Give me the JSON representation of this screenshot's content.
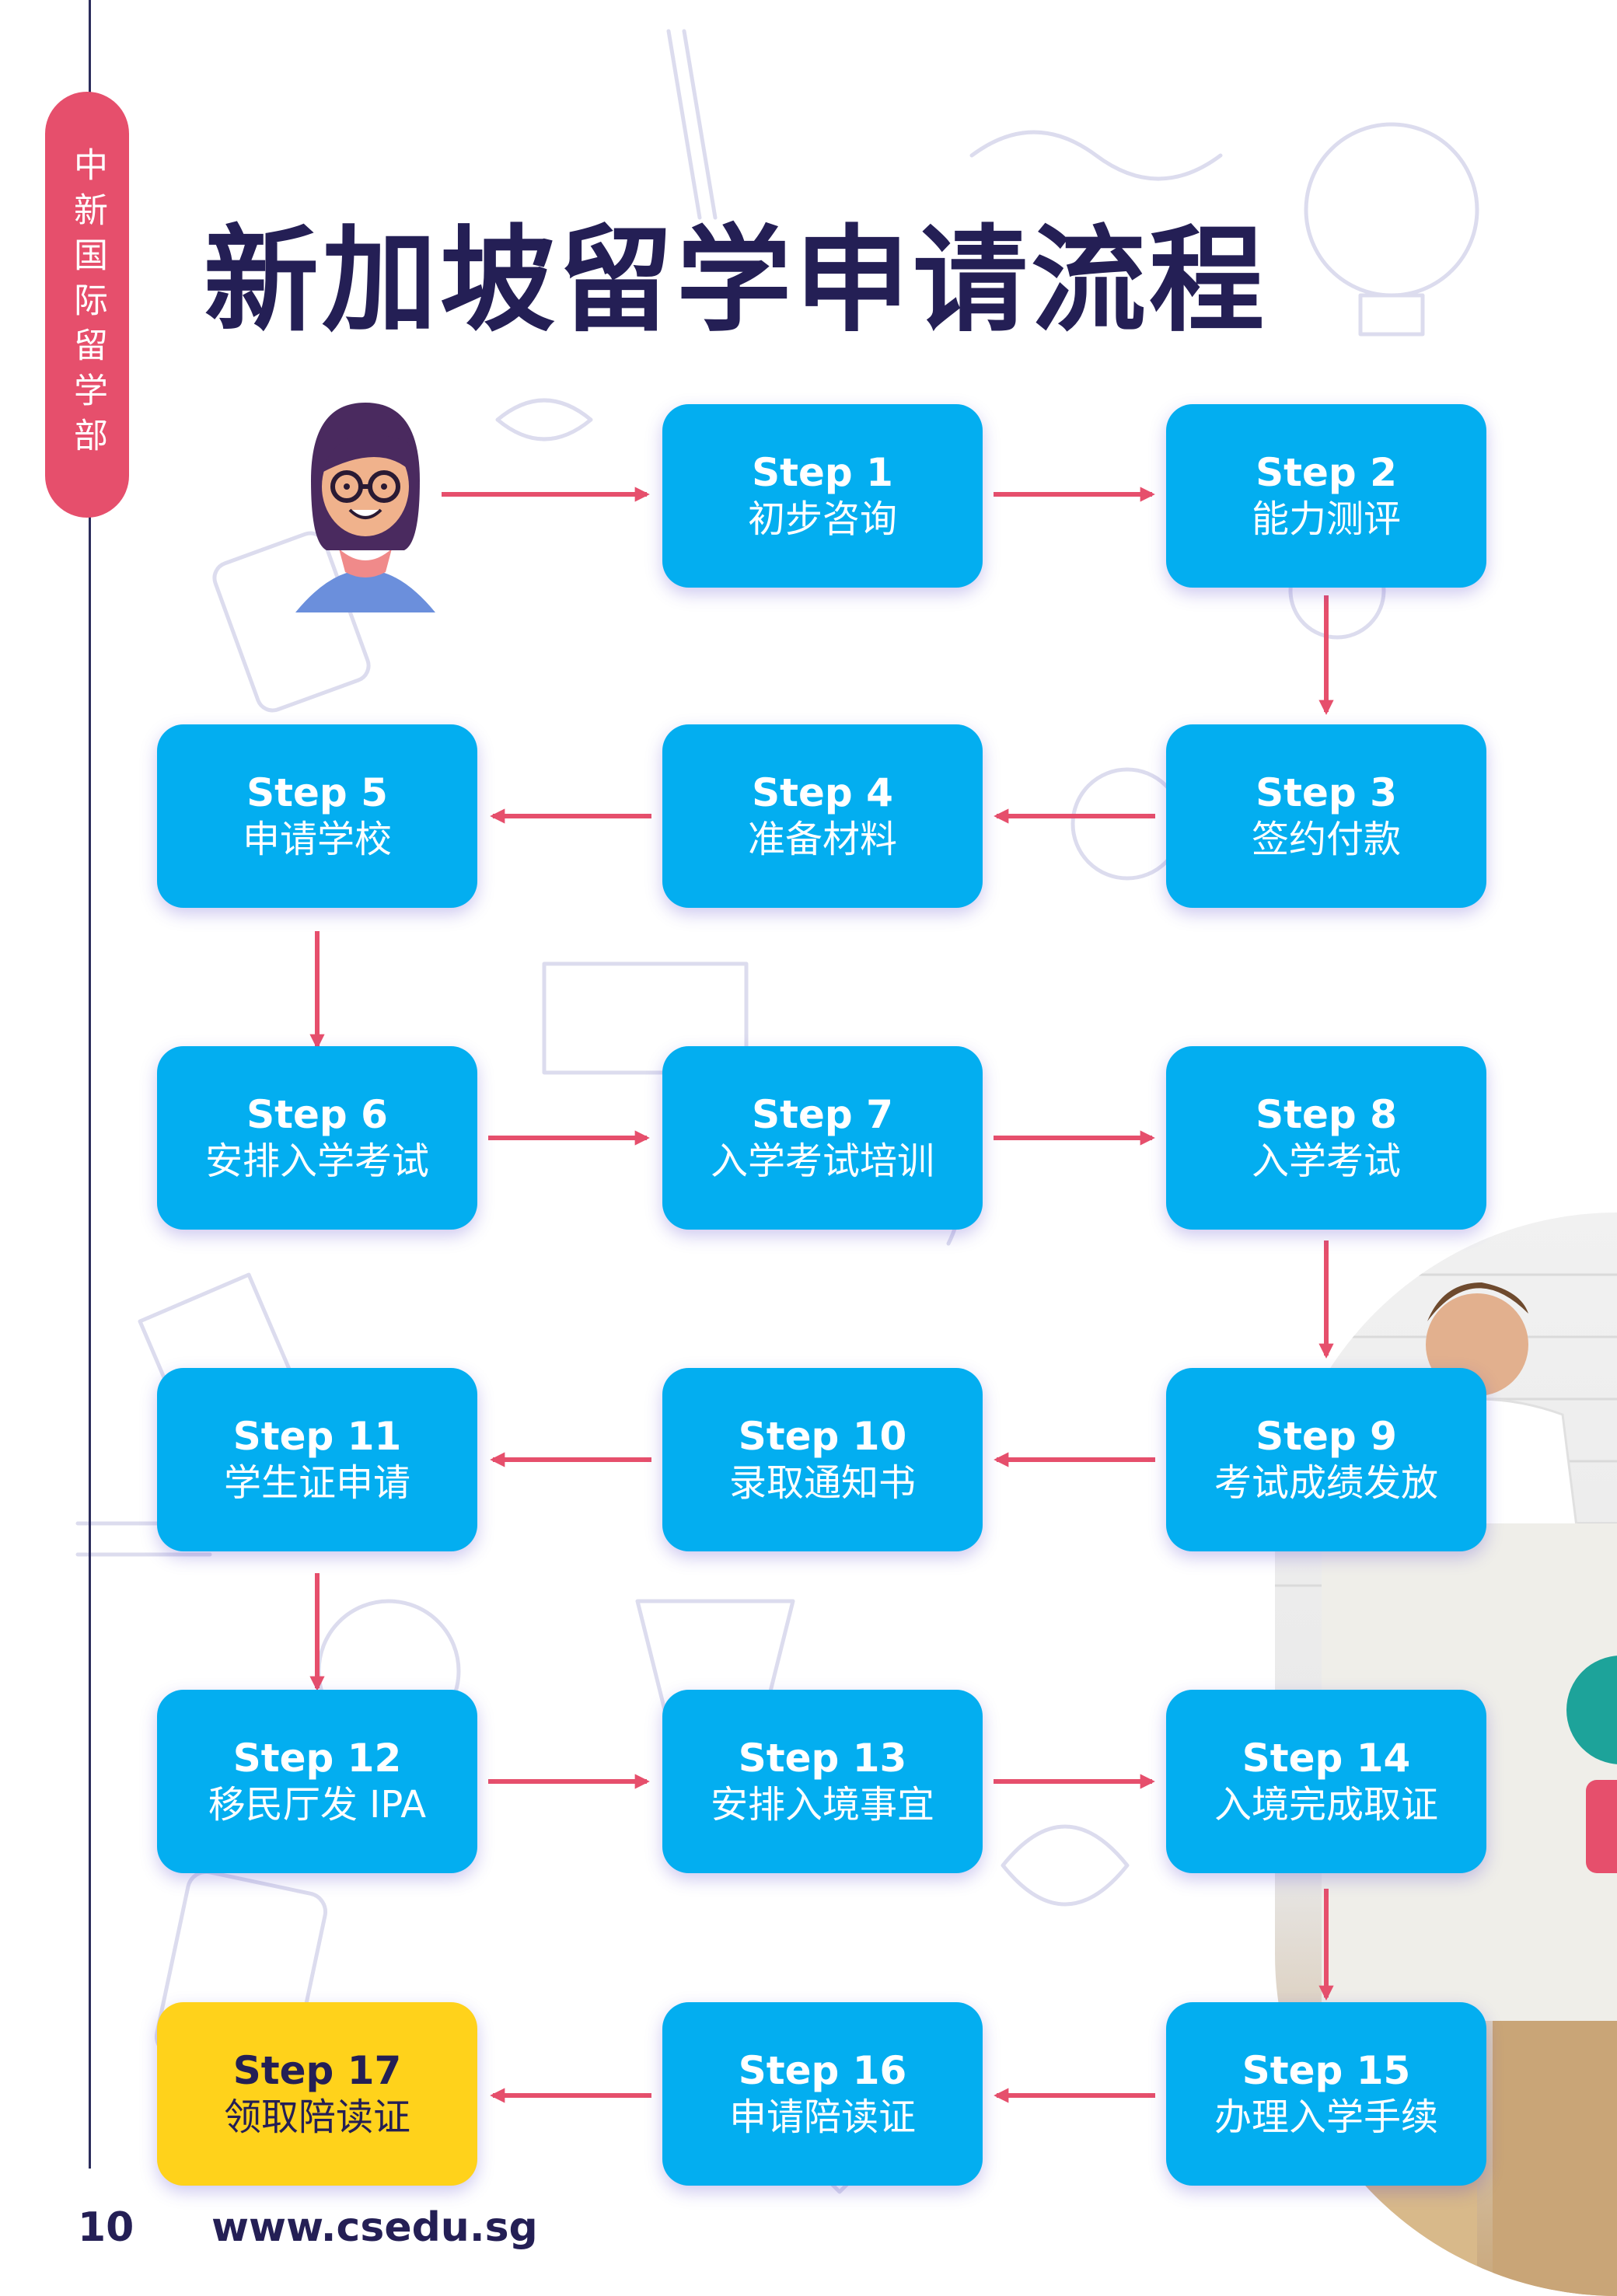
{
  "side_tab": "中新国际留学部",
  "title": "新加坡留学申请流程",
  "steps": [
    {
      "label": "Step 1",
      "desc": "初步咨询"
    },
    {
      "label": "Step 2",
      "desc": "能力测评"
    },
    {
      "label": "Step 3",
      "desc": "签约付款"
    },
    {
      "label": "Step 4",
      "desc": "准备材料"
    },
    {
      "label": "Step 5",
      "desc": "申请学校"
    },
    {
      "label": "Step 6",
      "desc": "安排入学考试"
    },
    {
      "label": "Step 7",
      "desc": "入学考试培训"
    },
    {
      "label": "Step 8",
      "desc": "入学考试"
    },
    {
      "label": "Step 9",
      "desc": "考试成绩发放"
    },
    {
      "label": "Step 10",
      "desc": "录取通知书"
    },
    {
      "label": "Step 11",
      "desc": "学生证申请"
    },
    {
      "label": "Step 12",
      "desc": "移民厅发 IPA"
    },
    {
      "label": "Step 13",
      "desc": "安排入境事宜"
    },
    {
      "label": "Step 14",
      "desc": "入境完成取证"
    },
    {
      "label": "Step 15",
      "desc": "办理入学手续"
    },
    {
      "label": "Step 16",
      "desc": "申请陪读证"
    },
    {
      "label": "Step 17",
      "desc": "领取陪读证"
    }
  ],
  "footer": {
    "page_number": "10",
    "website": "www.csedu.sg"
  },
  "colors": {
    "step": "#03aef0",
    "final_step": "#ffd21b",
    "arrow": "#e64f6c",
    "title": "#241f55",
    "side_tab": "#e64f6c"
  }
}
